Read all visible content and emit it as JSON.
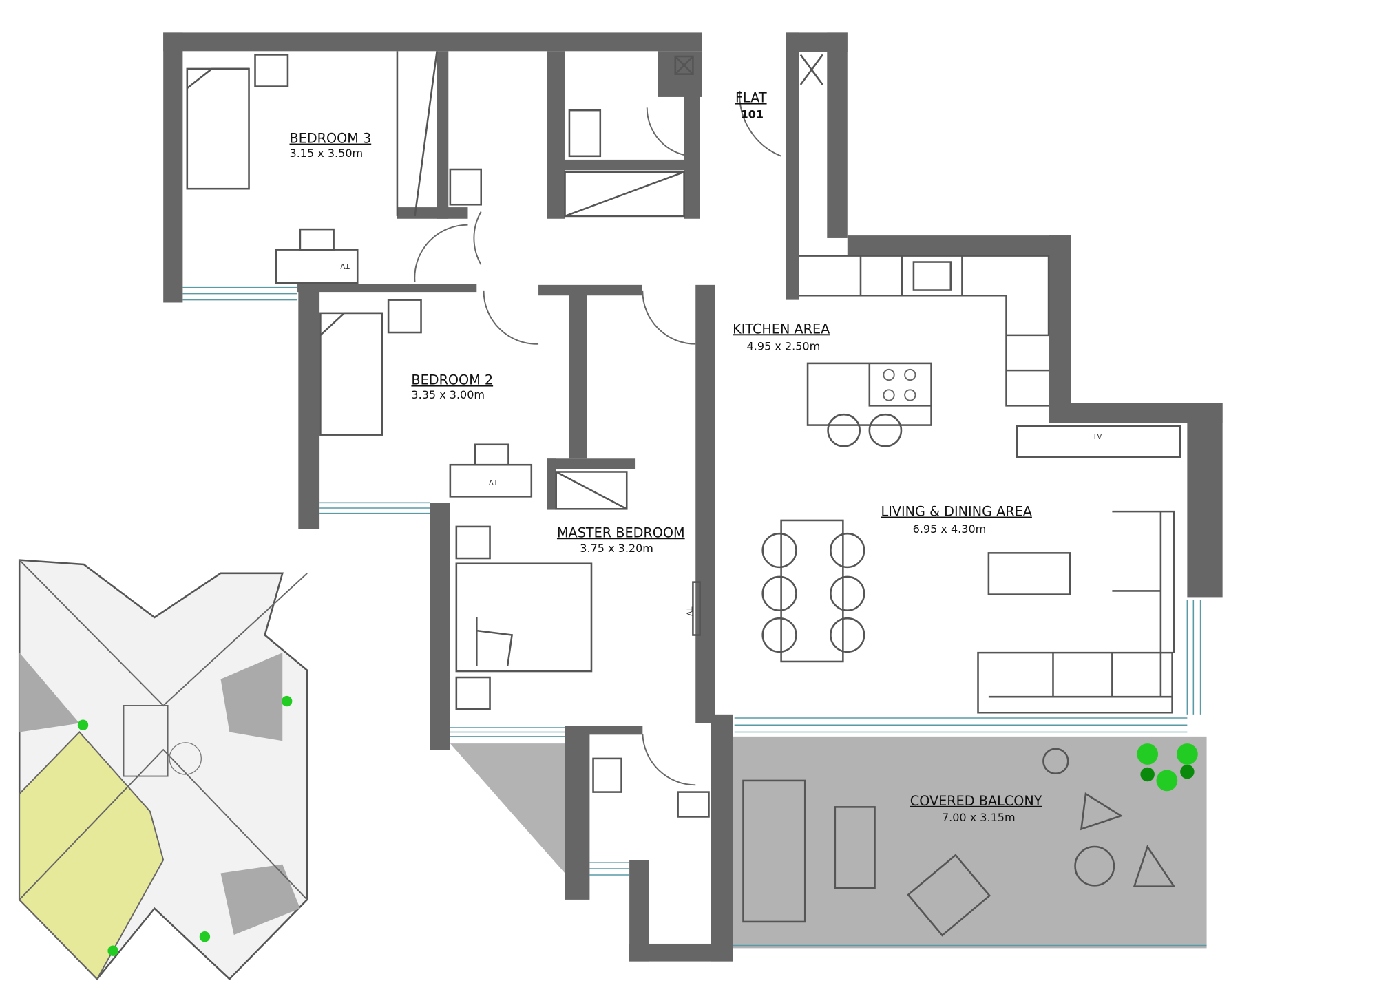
{
  "flat": {
    "title": "FLAT",
    "number": "101"
  },
  "rooms": [
    {
      "name": "BEDROOM 3",
      "size": "3.15 x 3.50m"
    },
    {
      "name": "BEDROOM 2",
      "size": "3.35 x 3.00m"
    },
    {
      "name": "MASTER BEDROOM",
      "size": "3.75 x 3.20m"
    },
    {
      "name": "KITCHEN AREA",
      "size": "4.95 x 2.50m"
    },
    {
      "name": "LIVING & DINING AREA",
      "size": "6.95 x 4.30m"
    },
    {
      "name": "COVERED BALCONY",
      "size": "7.00 x 3.15m"
    }
  ],
  "fixtures": {
    "tv_label": "TV"
  },
  "colors": {
    "wall": "#666666",
    "balcony": "#b3b3b3",
    "highlight": "#e6e89a",
    "plant": "#22cc22",
    "window": "#5a9aa5"
  }
}
